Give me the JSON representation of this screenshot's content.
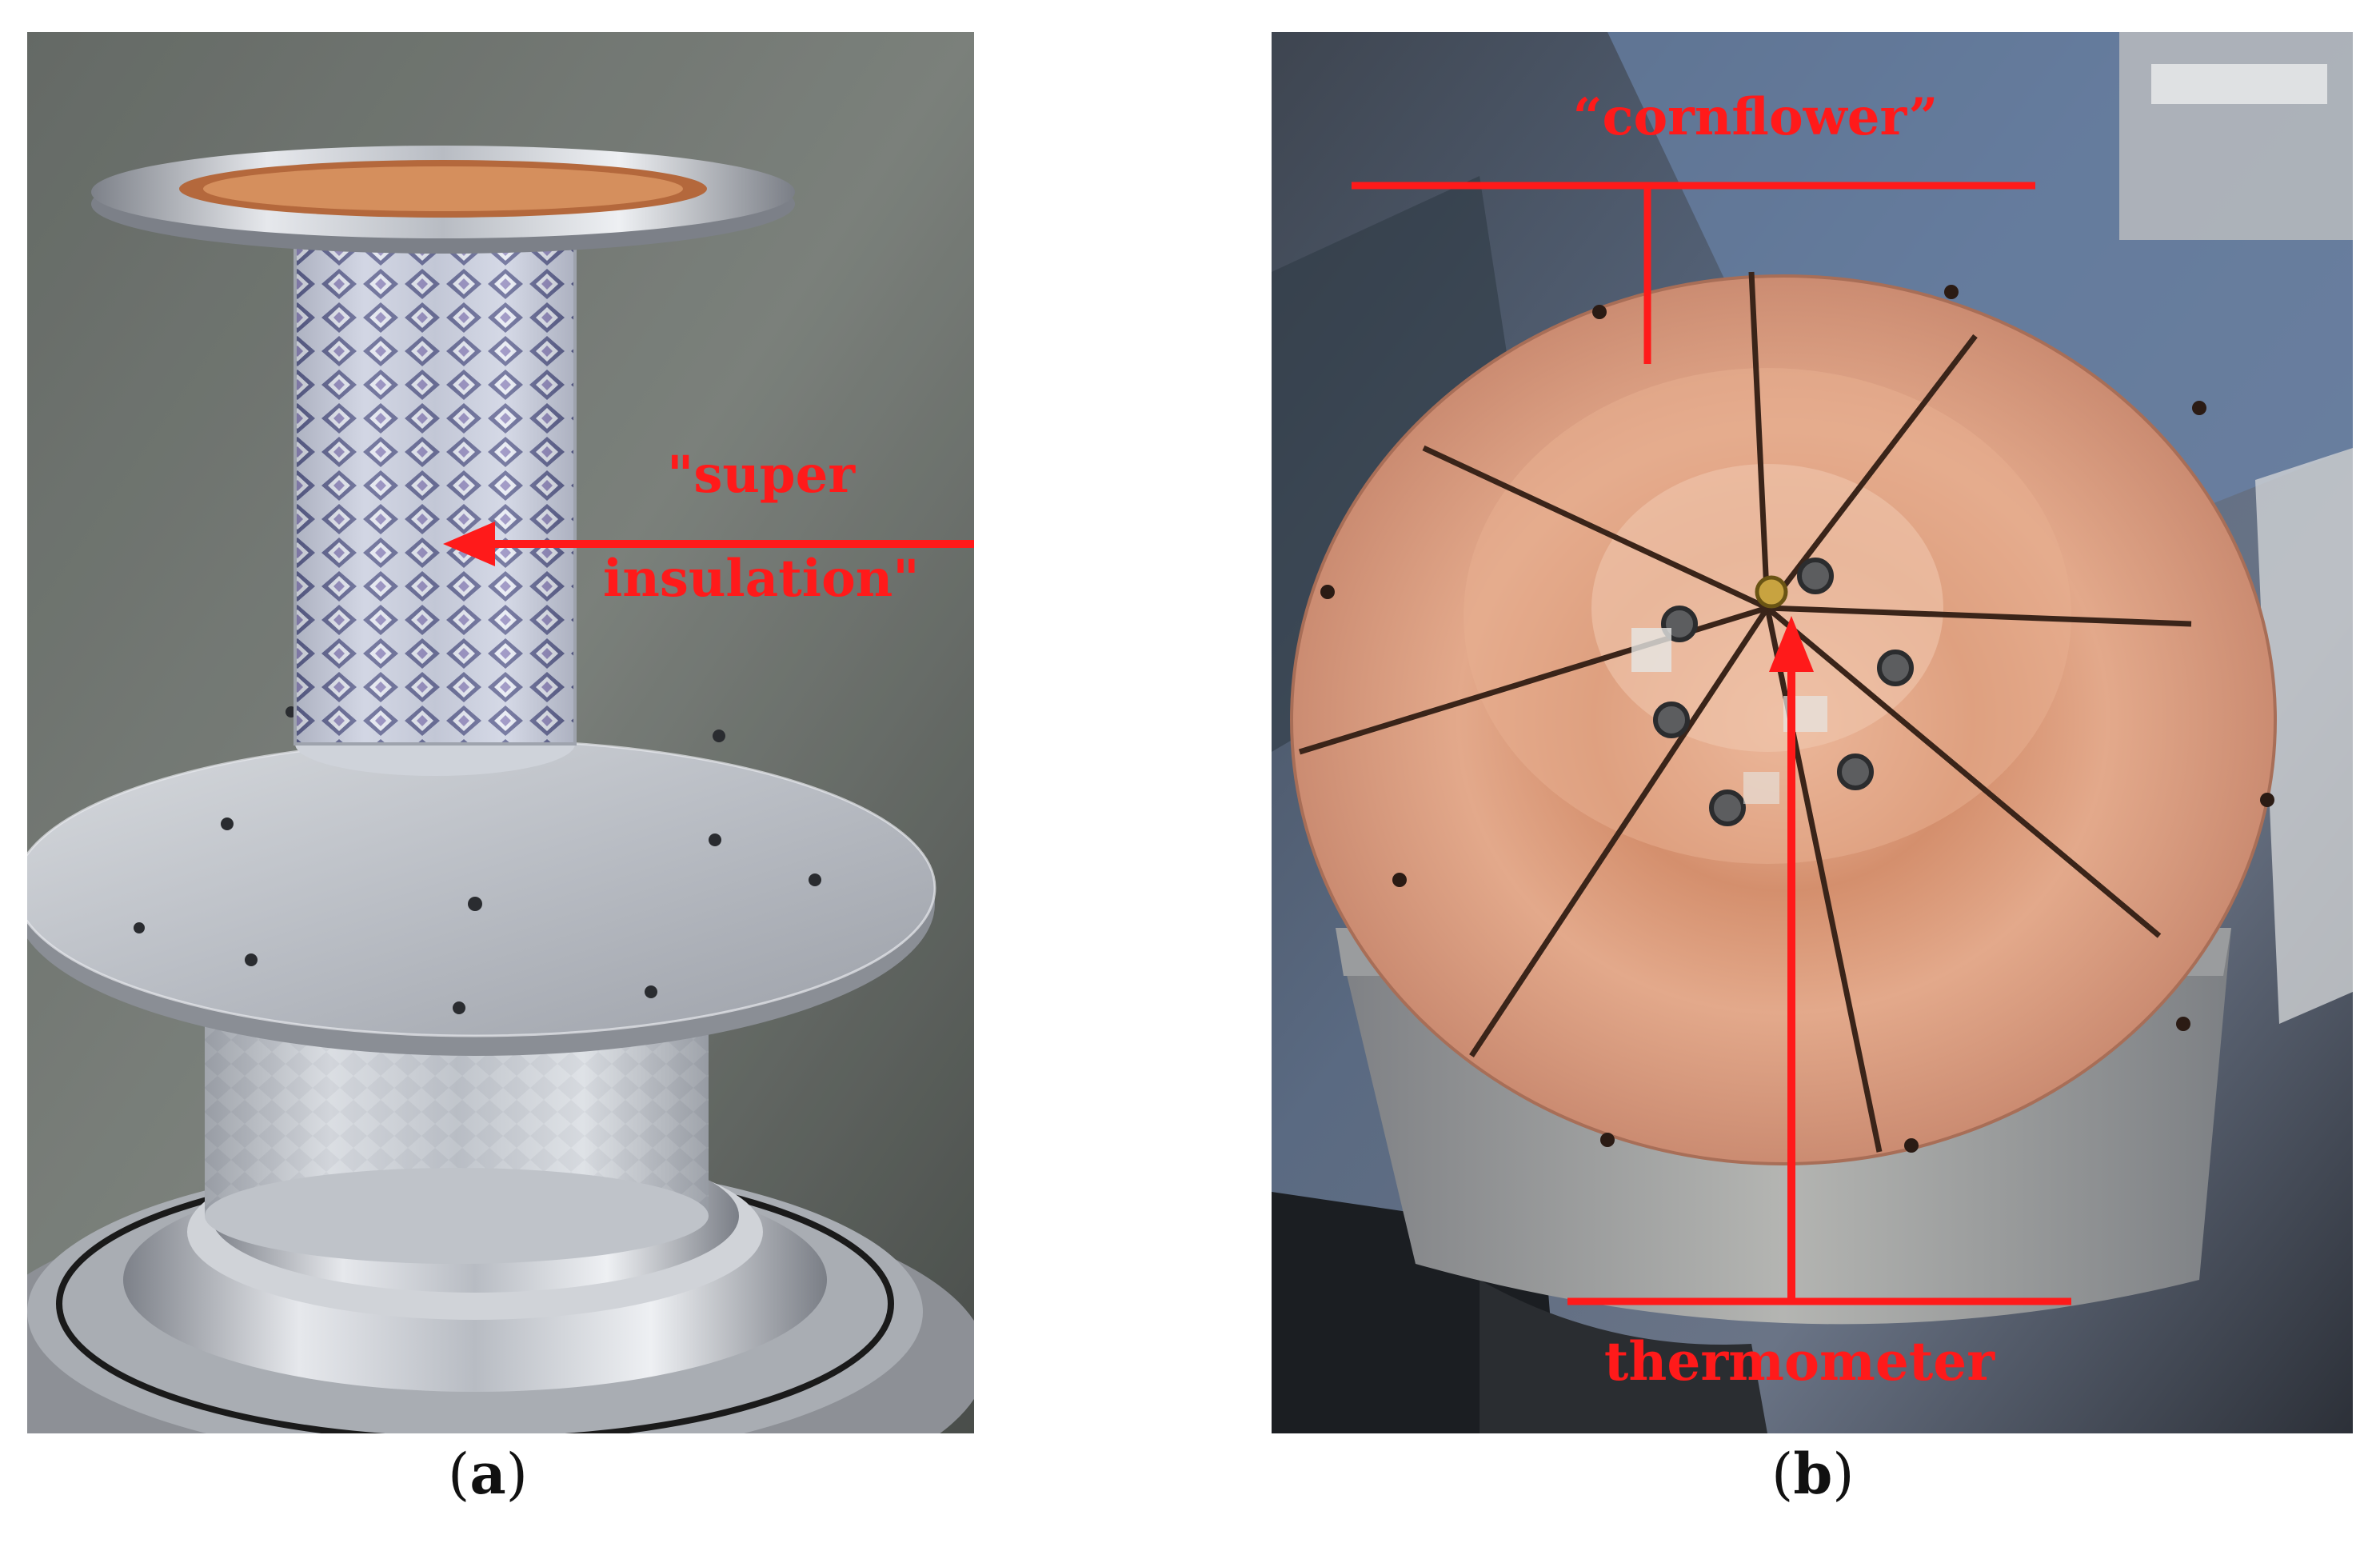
{
  "panels": [
    {
      "caption_letter": "a",
      "labels": {
        "line1": "\"super",
        "line2": "insulation\""
      }
    },
    {
      "caption_letter": "b",
      "labels": {
        "top": "“cornflower”",
        "bottom": "thermometer"
      }
    }
  ],
  "colors": {
    "annotation_red": "#ff1a1a",
    "copper": "#d99a7e",
    "aluminium": "#c9ccd2",
    "background_dark": "#3a3d42"
  }
}
